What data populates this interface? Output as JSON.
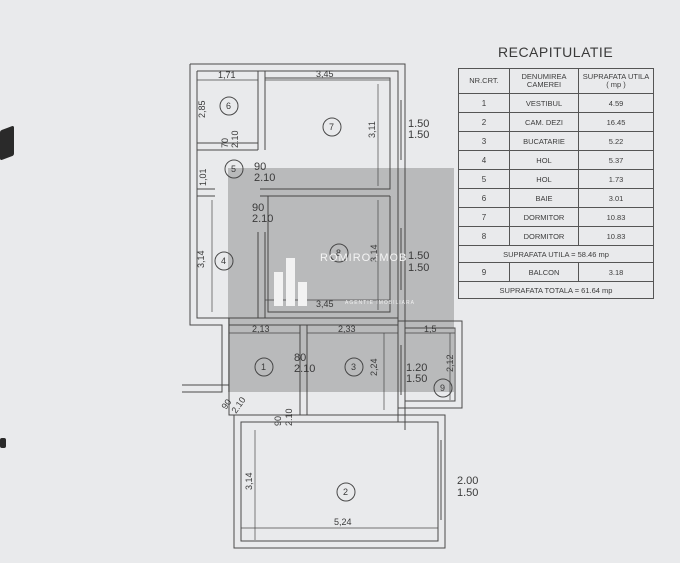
{
  "recap": {
    "title": "RECAPITULATIE",
    "headers": {
      "nr": "NR.CRT.",
      "name": "DENUMIREA CAMEREI",
      "area": "SUPRAFATA UTILA ( mp )"
    },
    "rows": [
      {
        "nr": "1",
        "name": "VESTIBUL",
        "area": "4.59"
      },
      {
        "nr": "2",
        "name": "CAM. DEZI",
        "area": "16.45"
      },
      {
        "nr": "3",
        "name": "BUCATARIE",
        "area": "5.22"
      },
      {
        "nr": "4",
        "name": "HOL",
        "area": "5.37"
      },
      {
        "nr": "5",
        "name": "HOL",
        "area": "1.73"
      },
      {
        "nr": "6",
        "name": "BAIE",
        "area": "3.01"
      },
      {
        "nr": "7",
        "name": "DORMITOR",
        "area": "10.83"
      },
      {
        "nr": "8",
        "name": "DORMITOR",
        "area": "10.83"
      }
    ],
    "useful_total": "SUPRAFATA UTILA = 58.46 mp",
    "balcony": {
      "nr": "9",
      "name": "BALCON",
      "area": "3.18"
    },
    "grand_total": "SUPRAFATA TOTALA = 61.64 mp"
  },
  "plan": {
    "room_numbers": [
      "1",
      "2",
      "3",
      "4",
      "5",
      "6",
      "7",
      "8",
      "9"
    ],
    "dimensions": {
      "d_171": "1,71",
      "d_345_top": "3,45",
      "d_285": "2,85",
      "d_311": "3,11",
      "d_150_top": "1.50",
      "d_150_top_b": "1.50",
      "d_70": "70",
      "d_210_a": "2.10",
      "d_90_a": "90",
      "d_210_b": "2.10",
      "d_101": "1,01",
      "d_90_b": "90",
      "d_210_c": "2.10",
      "d_314_left": "3,14",
      "d_314_mid": "3,14",
      "d_150_mid": "1.50",
      "d_150_mid_b": "1.50",
      "d_345_bot": "3,45",
      "d_213": "2,13",
      "d_233": "2,33",
      "d_15": "1,5",
      "d_80": "80",
      "d_210_d": "2.10",
      "d_224": "2,24",
      "d_120": "1.20",
      "d_150_low": "1.50",
      "d_212": "2,12",
      "d_90_c": "90",
      "d_210_e": "2.10",
      "d_90_d": "90",
      "d_210_f": "2.10",
      "d_314_bot": "3,14",
      "d_200": "2.00",
      "d_150_bot": "1.50",
      "d_524": "5,24"
    }
  },
  "watermark": {
    "brand": "ROMIRO IMOB",
    "tagline": "AGENTIE IMOBILIARA"
  },
  "colors": {
    "paper": "#e9eaec",
    "ink": "#3a3a3a",
    "overlay": "#3c3c3c"
  }
}
